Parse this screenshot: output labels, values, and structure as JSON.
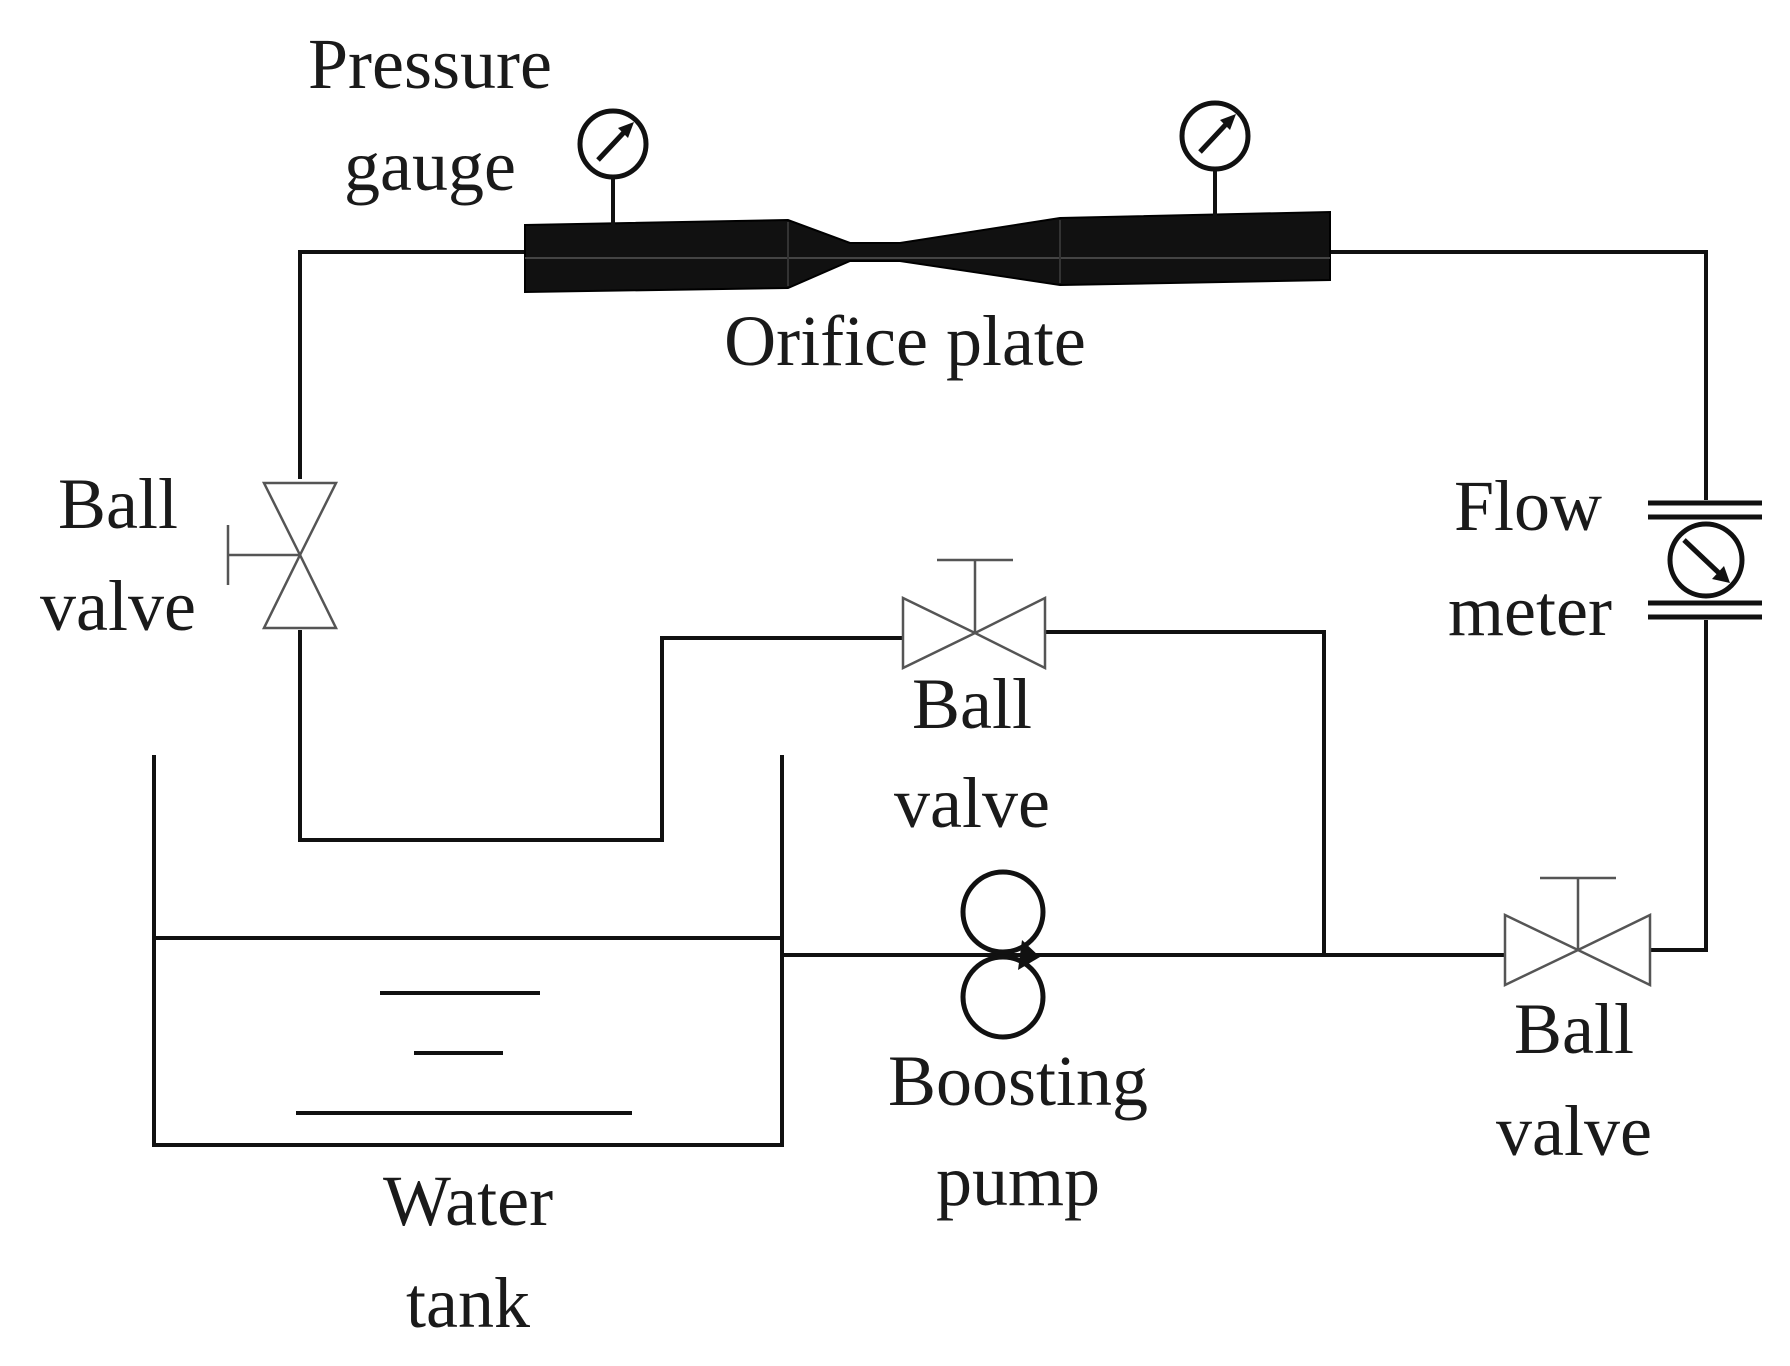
{
  "labels": {
    "pressure_gauge_line1": "Pressure",
    "pressure_gauge_line2": "gauge",
    "orifice_plate": "Orifice plate",
    "ball_valve_left_line1": "Ball",
    "ball_valve_left_line2": "valve",
    "flow_meter_line1": "Flow",
    "flow_meter_line2": "meter",
    "ball_valve_middle_line1": "Ball",
    "ball_valve_middle_line2": "valve",
    "boosting_pump_line1": "Boosting",
    "boosting_pump_line2": "pump",
    "ball_valve_right_line1": "Ball",
    "ball_valve_right_line2": "valve",
    "water_tank_line1": "Water",
    "water_tank_line2": "tank"
  }
}
